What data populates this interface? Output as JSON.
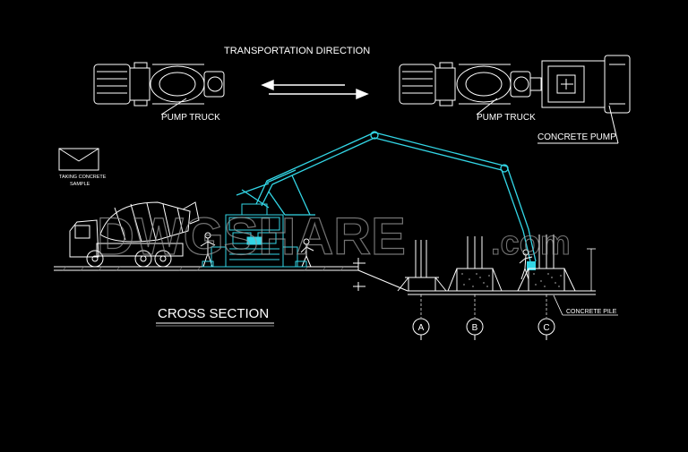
{
  "labels": {
    "direction": "TRANSPORTATION DIRECTION",
    "pump_truck_left": "PUMP TRUCK",
    "pump_truck_right": "PUMP TRUCK",
    "concrete_pump": "CONCRETE PUMP",
    "sample_line1": "TAKING CONCRETE",
    "sample_line2": "SAMPLE",
    "cross_section": "CROSS SECTION",
    "concrete_pile": "CONCRETE PILE",
    "watermark_main": "DWGSHARE",
    "watermark_suffix": ".com"
  },
  "axes": [
    "A",
    "B",
    "C"
  ],
  "colors": {
    "background": "#000000",
    "linework": "#ffffff",
    "boom": "#33d6e6",
    "watermark": "#9a9a9a"
  }
}
